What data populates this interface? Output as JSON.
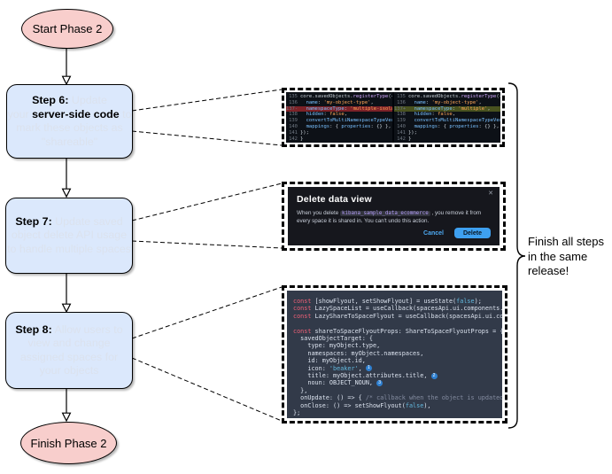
{
  "diagram": {
    "start_label": "Start Phase 2",
    "finish_label": "Finish Phase 2",
    "step6_lines": [
      [
        [
          "tb",
          "Step 6:"
        ],
        [
          "tp",
          " Update"
        ]
      ],
      [
        [
          "tp",
          "your "
        ],
        [
          "tb",
          "server-side code"
        ],
        [
          "tp",
          " to"
        ]
      ],
      [
        [
          "tp",
          "mark these objects as"
        ]
      ],
      [
        [
          "tp",
          "\"shareable\""
        ]
      ]
    ],
    "step7_lines": [
      [
        [
          "tb",
          "Step 7:"
        ],
        [
          "tp",
          " Update saved"
        ]
      ],
      [
        [
          "tp",
          "object delete API usage"
        ]
      ],
      [
        [
          "tp",
          "to handle multiple spaces"
        ]
      ]
    ],
    "step8_lines": [
      [
        [
          "tb",
          "Step 8:"
        ],
        [
          "tp",
          " Allow users to"
        ]
      ],
      [
        [
          "tp",
          "view and change"
        ]
      ],
      [
        [
          "tp",
          "assigned spaces for"
        ]
      ],
      [
        [
          "tp",
          "your objects"
        ]
      ]
    ]
  },
  "brace": {
    "lines": [
      "Finish all steps",
      "in the same",
      "release!"
    ]
  },
  "diff_screenshot": {
    "left_lines": [
      {
        "n": "135",
        "t": [
          [
            "tw",
            "core.savedObjects."
          ],
          [
            "tf",
            "registerType"
          ],
          [
            "tw",
            "({"
          ]
        ]
      },
      {
        "n": "136",
        "t": [
          [
            "tw",
            "  "
          ],
          [
            "ta",
            "name"
          ],
          [
            "tw",
            ": "
          ],
          [
            "ts2",
            "'my-object-type'"
          ],
          [
            "tw",
            ","
          ]
        ]
      },
      {
        "n": "137",
        "m": "-",
        "cls": "del",
        "t": [
          [
            "tw",
            "  "
          ],
          [
            "ta",
            "namespaceType"
          ],
          [
            "tw",
            ": "
          ],
          [
            "ts2",
            "'multiple-isolated'"
          ],
          [
            "tw",
            ","
          ]
        ]
      },
      {
        "n": "138",
        "t": [
          [
            "tw",
            "  "
          ],
          [
            "ta",
            "hidden"
          ],
          [
            "tw",
            ": "
          ],
          [
            "ts2",
            "false"
          ],
          [
            "tw",
            ","
          ]
        ]
      },
      {
        "n": "139",
        "t": [
          [
            "tw",
            "  "
          ],
          [
            "ta",
            "convertToMultiNamespaceTypeVersion"
          ],
          [
            "tw",
            ": "
          ],
          [
            "ts2",
            "'"
          ]
        ]
      },
      {
        "n": "140",
        "t": [
          [
            "tw",
            "  "
          ],
          [
            "ta",
            "mappings"
          ],
          [
            "tw",
            ": { "
          ],
          [
            "ta",
            "properties"
          ],
          [
            "tw",
            ": {} },"
          ]
        ]
      },
      {
        "n": "141",
        "t": [
          [
            "tw",
            "});"
          ]
        ]
      },
      {
        "n": "142",
        "t": [
          [
            "tw",
            "}"
          ]
        ]
      }
    ],
    "right_lines": [
      {
        "n": "135",
        "t": [
          [
            "tw",
            "core.savedObjects."
          ],
          [
            "tf",
            "registerType"
          ],
          [
            "tw",
            "({"
          ]
        ]
      },
      {
        "n": "136",
        "t": [
          [
            "tw",
            "  "
          ],
          [
            "ta",
            "name"
          ],
          [
            "tw",
            ": "
          ],
          [
            "ts2",
            "'my-object-type'"
          ],
          [
            "tw",
            ","
          ]
        ]
      },
      {
        "n": "137",
        "m": "+",
        "cls": "add",
        "t": [
          [
            "tw",
            "  "
          ],
          [
            "ta",
            "namespaceType"
          ],
          [
            "tw",
            ": "
          ],
          [
            "ts2",
            "'multiple'"
          ],
          [
            "tw",
            ","
          ]
        ]
      },
      {
        "n": "138",
        "t": [
          [
            "tw",
            "  "
          ],
          [
            "ta",
            "hidden"
          ],
          [
            "tw",
            ": "
          ],
          [
            "ts2",
            "false"
          ],
          [
            "tw",
            ","
          ]
        ]
      },
      {
        "n": "139",
        "t": [
          [
            "tw",
            "  "
          ],
          [
            "ta",
            "convertToMultiNamespaceTypeVersion"
          ],
          [
            "tw",
            ": "
          ],
          [
            "ts2",
            "'"
          ]
        ]
      },
      {
        "n": "140",
        "t": [
          [
            "tw",
            "  "
          ],
          [
            "ta",
            "mappings"
          ],
          [
            "tw",
            ": { "
          ],
          [
            "ta",
            "properties"
          ],
          [
            "tw",
            ": {} },"
          ]
        ]
      },
      {
        "n": "141",
        "t": [
          [
            "tw",
            "});"
          ]
        ]
      },
      {
        "n": "142",
        "t": [
          [
            "tw",
            "}"
          ]
        ]
      }
    ]
  },
  "dialog": {
    "title": "Delete data view",
    "close_icon": "✕",
    "body_prefix": "When you delete ",
    "body_code": "kibana_sample_data_ecommerce",
    "body_suffix": " , you remove it from every space it is shared in. You can't undo this action.",
    "cancel_label": "Cancel",
    "delete_label": "Delete"
  },
  "code_screenshot": {
    "lines": [
      {
        "t": [
          [
            "tk",
            "const"
          ],
          [
            "tp",
            " [showFlyout, setShowFlyout] = useState("
          ],
          [
            "ts",
            "false"
          ],
          [
            "tp",
            ");"
          ]
        ]
      },
      {
        "t": [
          [
            "tk",
            "const"
          ],
          [
            "tp",
            " LazySpaceList = useCallback(spacesApi.ui.components.getSpaceLis"
          ]
        ]
      },
      {
        "t": [
          [
            "tk",
            "const"
          ],
          [
            "tp",
            " LazyShareToSpaceFlyout = useCallback(spacesApi.ui.components.ge"
          ]
        ]
      },
      {
        "t": []
      },
      {
        "t": [
          [
            "tk",
            "const"
          ],
          [
            "tp",
            " shareToSpaceFlyoutProps: ShareToSpaceFlyoutProps = {"
          ]
        ]
      },
      {
        "t": [
          [
            "tp",
            "  savedObjectTarget: {"
          ]
        ]
      },
      {
        "t": [
          [
            "tp",
            "    type: myObject.type,"
          ]
        ]
      },
      {
        "t": [
          [
            "tp",
            "    namespaces: myObject.namespaces,"
          ]
        ]
      },
      {
        "t": [
          [
            "tp",
            "    id: myObject.id,"
          ]
        ]
      },
      {
        "t": [
          [
            "tp",
            "    icon: "
          ],
          [
            "ts",
            "'beaker'"
          ],
          [
            "tp",
            ", "
          ],
          [
            "b",
            "1"
          ]
        ]
      },
      {
        "t": [
          [
            "tp",
            "    title: myObject.attributes.title, "
          ],
          [
            "b",
            "2"
          ]
        ]
      },
      {
        "t": [
          [
            "tp",
            "    noun: OBJECT_NOUN, "
          ],
          [
            "b",
            "3"
          ]
        ]
      },
      {
        "t": [
          [
            "tp",
            "  },"
          ]
        ]
      },
      {
        "t": [
          [
            "tp",
            "  onUpdate: () => { "
          ],
          [
            "tc",
            "/* callback when the object is updated */"
          ],
          [
            "tp",
            " },"
          ]
        ]
      },
      {
        "t": [
          [
            "tp",
            "  onClose: () => setShowFlyout("
          ],
          [
            "ts",
            "false"
          ],
          [
            "tp",
            "),"
          ]
        ]
      },
      {
        "t": [
          [
            "tp",
            "};"
          ]
        ]
      }
    ]
  },
  "colors": {
    "node_pink": "#f8cecc",
    "node_blue": "#dbe8fc",
    "diff_bg": "#0d1117",
    "diff_removed_bg": "#7d2228",
    "diff_added_bg": "#49521f",
    "code_bg": "#323a49",
    "accent_blue": "#3ea0f0",
    "badge_blue": "#2f80d1",
    "chip_purple": "#b09af5"
  }
}
